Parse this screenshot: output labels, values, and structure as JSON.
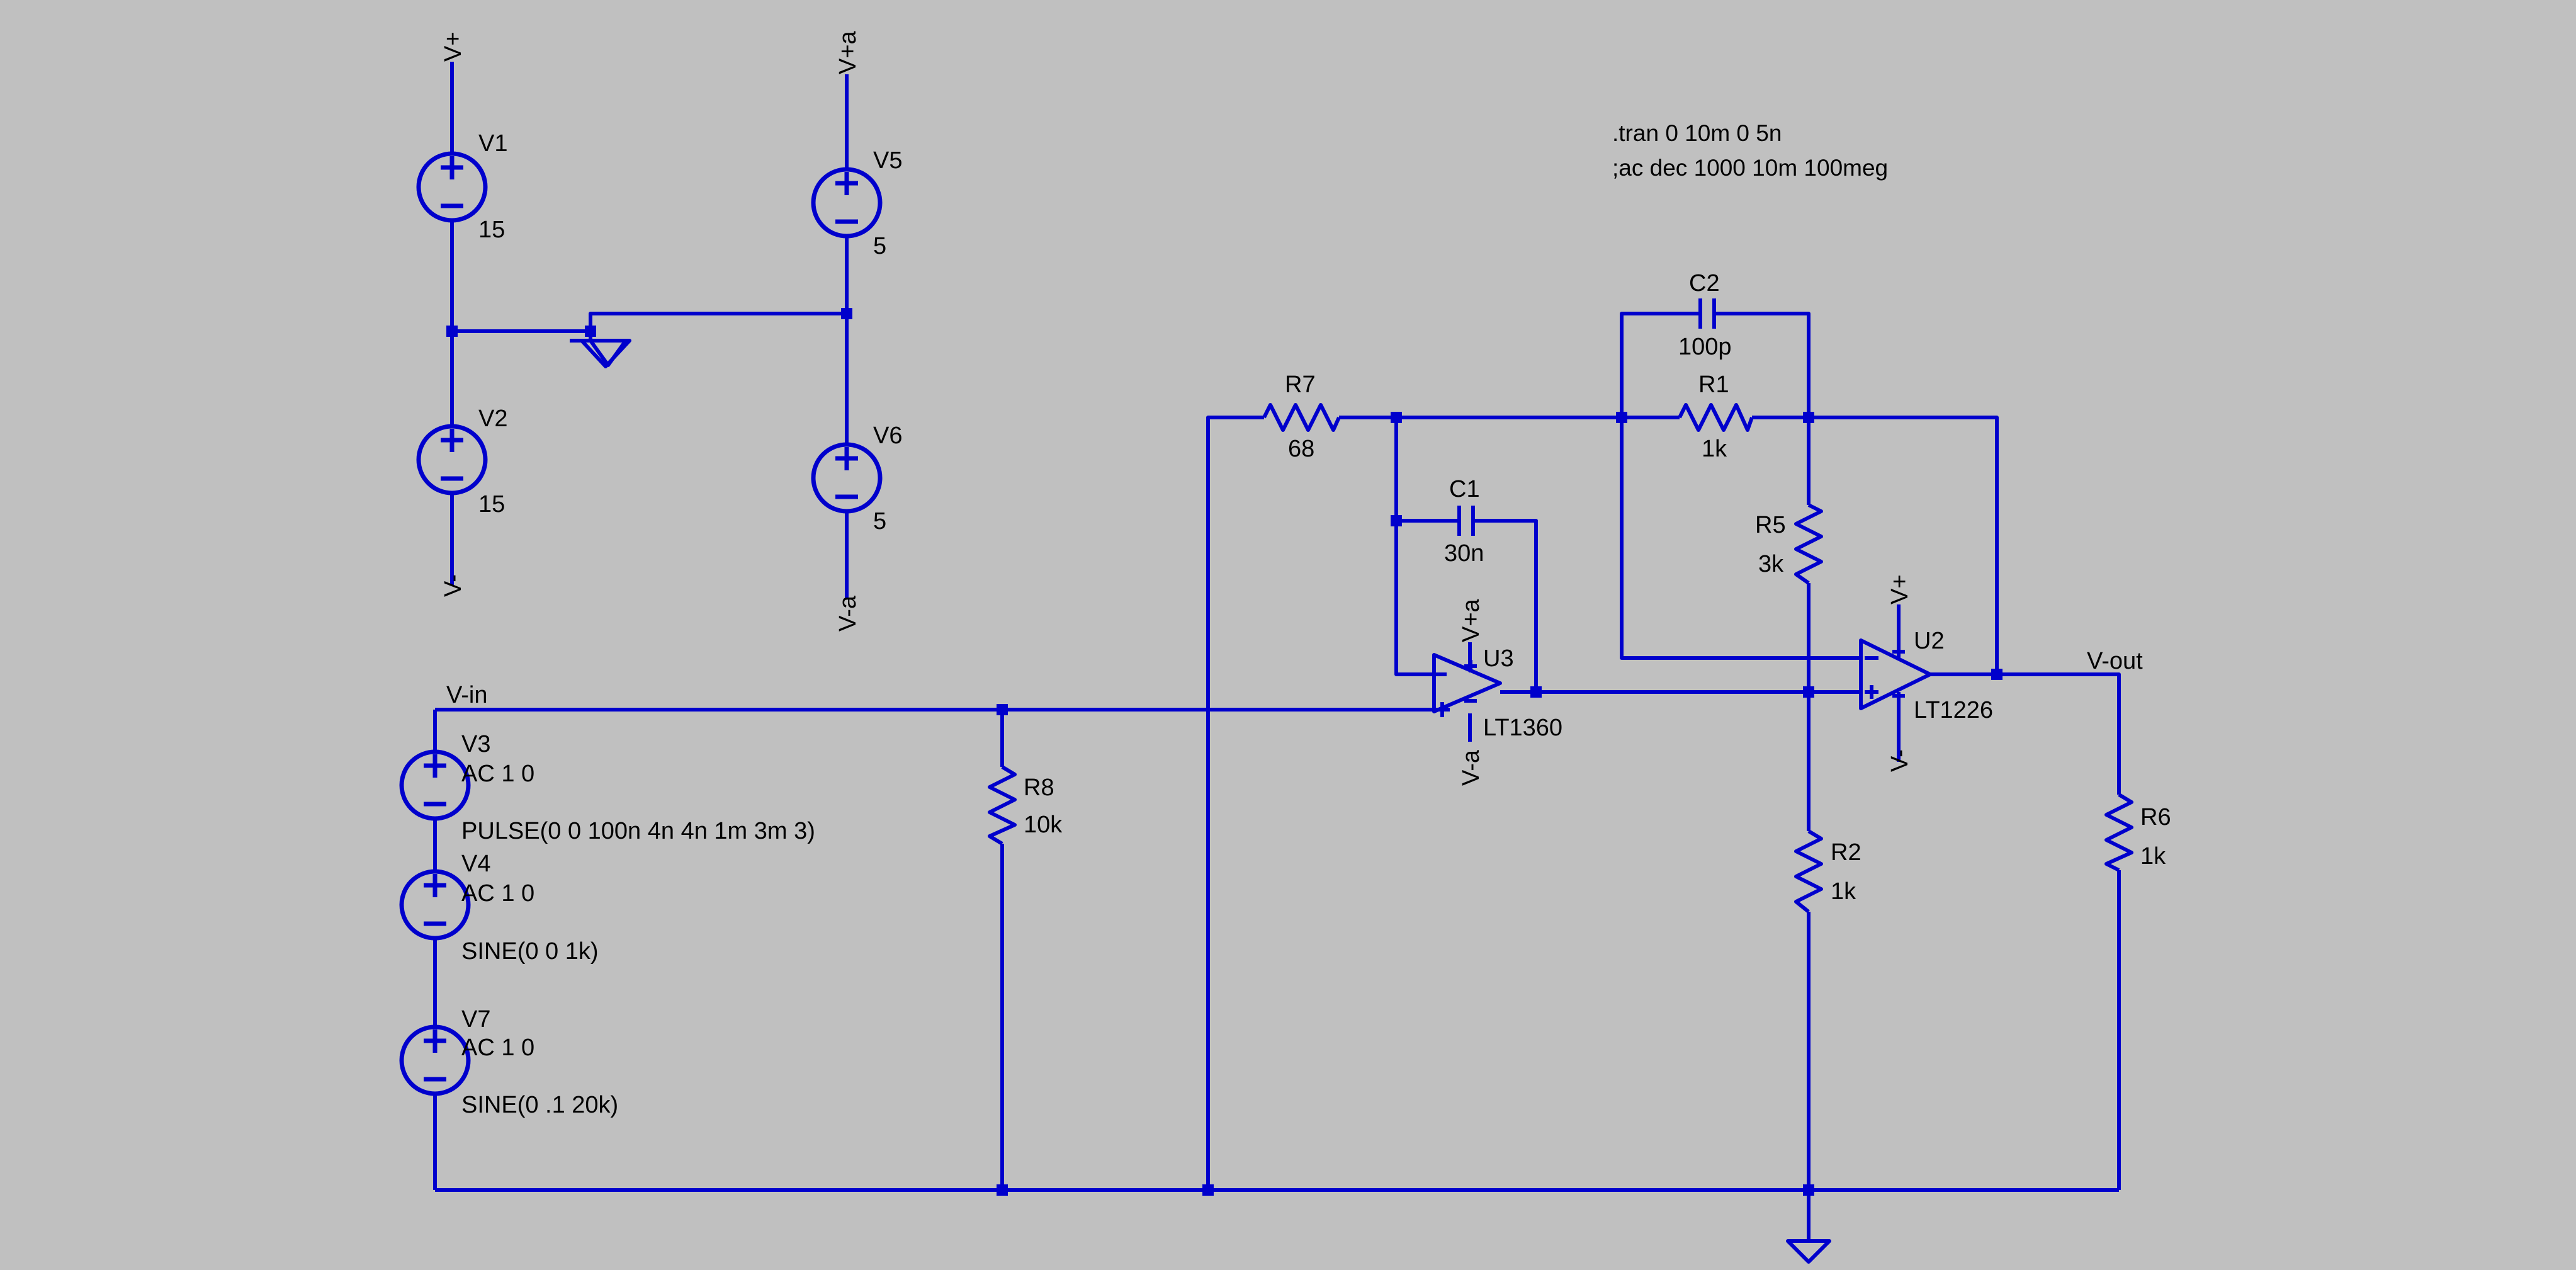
{
  "directives": [
    ".tran 0 10m 0 5n",
    ";ac dec 1000 10m 100meg"
  ],
  "nets": {
    "vplus": "V+",
    "vminus": "V-",
    "vplus_a": "V+a",
    "vminus_a": "V-a",
    "vin": "V-in",
    "vout": "V-out"
  },
  "components": {
    "V1": {
      "name": "V1",
      "value": "15"
    },
    "V2": {
      "name": "V2",
      "value": "15"
    },
    "V5": {
      "name": "V5",
      "value": "5"
    },
    "V6": {
      "name": "V6",
      "value": "5"
    },
    "V3": {
      "name": "V3",
      "ac": "AC 1 0",
      "value": "PULSE(0 0 100n 4n 4n 1m 3m 3)"
    },
    "V4": {
      "name": "V4",
      "ac": "AC 1 0",
      "value": "SINE(0 0 1k)"
    },
    "V7": {
      "name": "V7",
      "ac": "AC 1 0",
      "value": "SINE(0 .1 20k)"
    },
    "R1": {
      "name": "R1",
      "value": "1k"
    },
    "R2": {
      "name": "R2",
      "value": "1k"
    },
    "R5": {
      "name": "R5",
      "value": "3k"
    },
    "R6": {
      "name": "R6",
      "value": "1k"
    },
    "R7": {
      "name": "R7",
      "value": "68"
    },
    "R8": {
      "name": "R8",
      "value": "10k"
    },
    "C1": {
      "name": "C1",
      "value": "30n"
    },
    "C2": {
      "name": "C2",
      "value": "100p"
    },
    "U3": {
      "name": "U3",
      "value": "LT1360"
    },
    "U2": {
      "name": "U2",
      "value": "LT1226"
    }
  }
}
